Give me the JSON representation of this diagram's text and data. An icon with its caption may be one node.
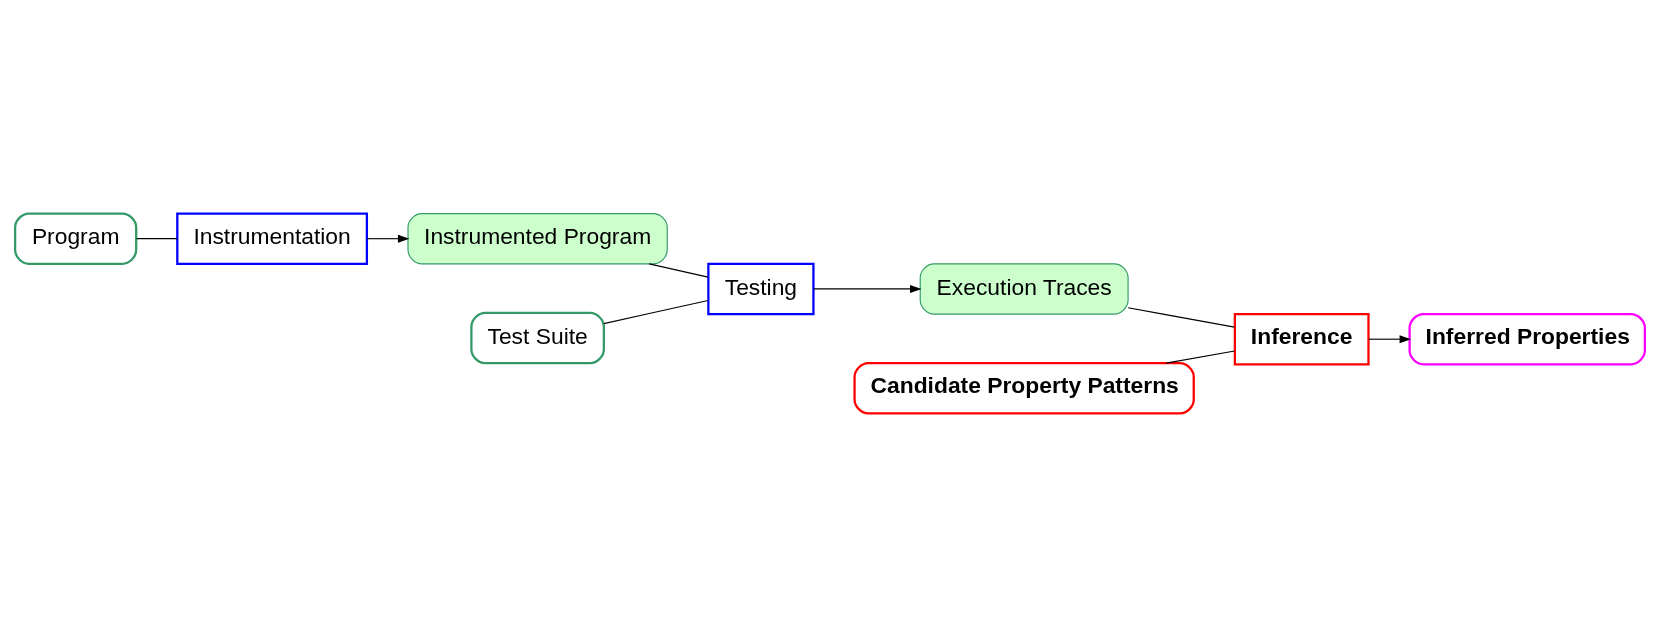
{
  "diagram": {
    "nodes": [
      {
        "text": [
          "Program"
        ]
      },
      {
        "text": [
          "Instrumentation"
        ]
      },
      {
        "text": [
          "Instrumented Program"
        ]
      },
      {
        "text": [
          "Testing"
        ]
      },
      {
        "text": [
          "Execution Traces"
        ]
      },
      {
        "text": [
          "Inference"
        ]
      },
      {
        "text": [
          "Inferred Properties"
        ]
      },
      {
        "text": [
          "Test Suite"
        ]
      },
      {
        "text": [
          "Candidate Property Patterns"
        ]
      }
    ],
    "edges": [
      {
        "from": 0,
        "to": 1,
        "arrow": "none"
      },
      {
        "from": 1,
        "to": 2,
        "arrow": "to"
      },
      {
        "from": 2,
        "to": 3,
        "arrow": "none"
      },
      {
        "from": 3,
        "to": 4,
        "arrow": "to"
      },
      {
        "from": 7,
        "to": 3,
        "arrow": "none"
      },
      {
        "from": 4,
        "to": 5,
        "arrow": "none"
      },
      {
        "from": 5,
        "to": 6,
        "arrow": "to"
      },
      {
        "from": 8,
        "to": 5,
        "arrow": "none"
      }
    ]
  }
}
